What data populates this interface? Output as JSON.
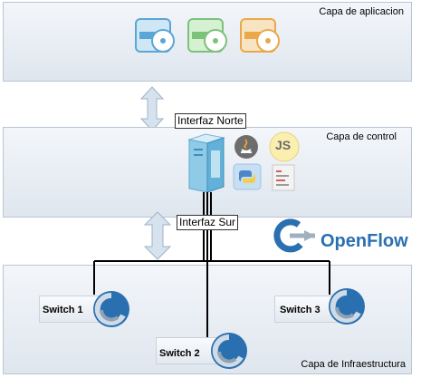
{
  "layers": {
    "application": {
      "title": "Capa de aplicacion"
    },
    "control": {
      "title": "Capa de control"
    },
    "infrastructure": {
      "title": "Capa de Infraestructura"
    }
  },
  "interfaces": {
    "north": "Interfaz Norte",
    "south": "Interfaz Sur"
  },
  "control_icons": {
    "js_label": "JS"
  },
  "openflow": {
    "logo_text": "OpenFlow"
  },
  "switches": [
    {
      "label": "Switch 1"
    },
    {
      "label": "Switch 2"
    },
    {
      "label": "Switch 3"
    }
  ],
  "colors": {
    "app_blue": "#5aa6d6",
    "app_green": "#7cc27a",
    "app_orange": "#e9a94a",
    "arrow_fill": "#d6e2ee",
    "openflow_blue": "#2a6fb0"
  },
  "icons": [
    "application-icon",
    "server-icon",
    "java-icon",
    "javascript-icon",
    "python-icon",
    "script-icon",
    "openflow-logo-icon",
    "switch-router-icon",
    "double-arrow-icon"
  ]
}
